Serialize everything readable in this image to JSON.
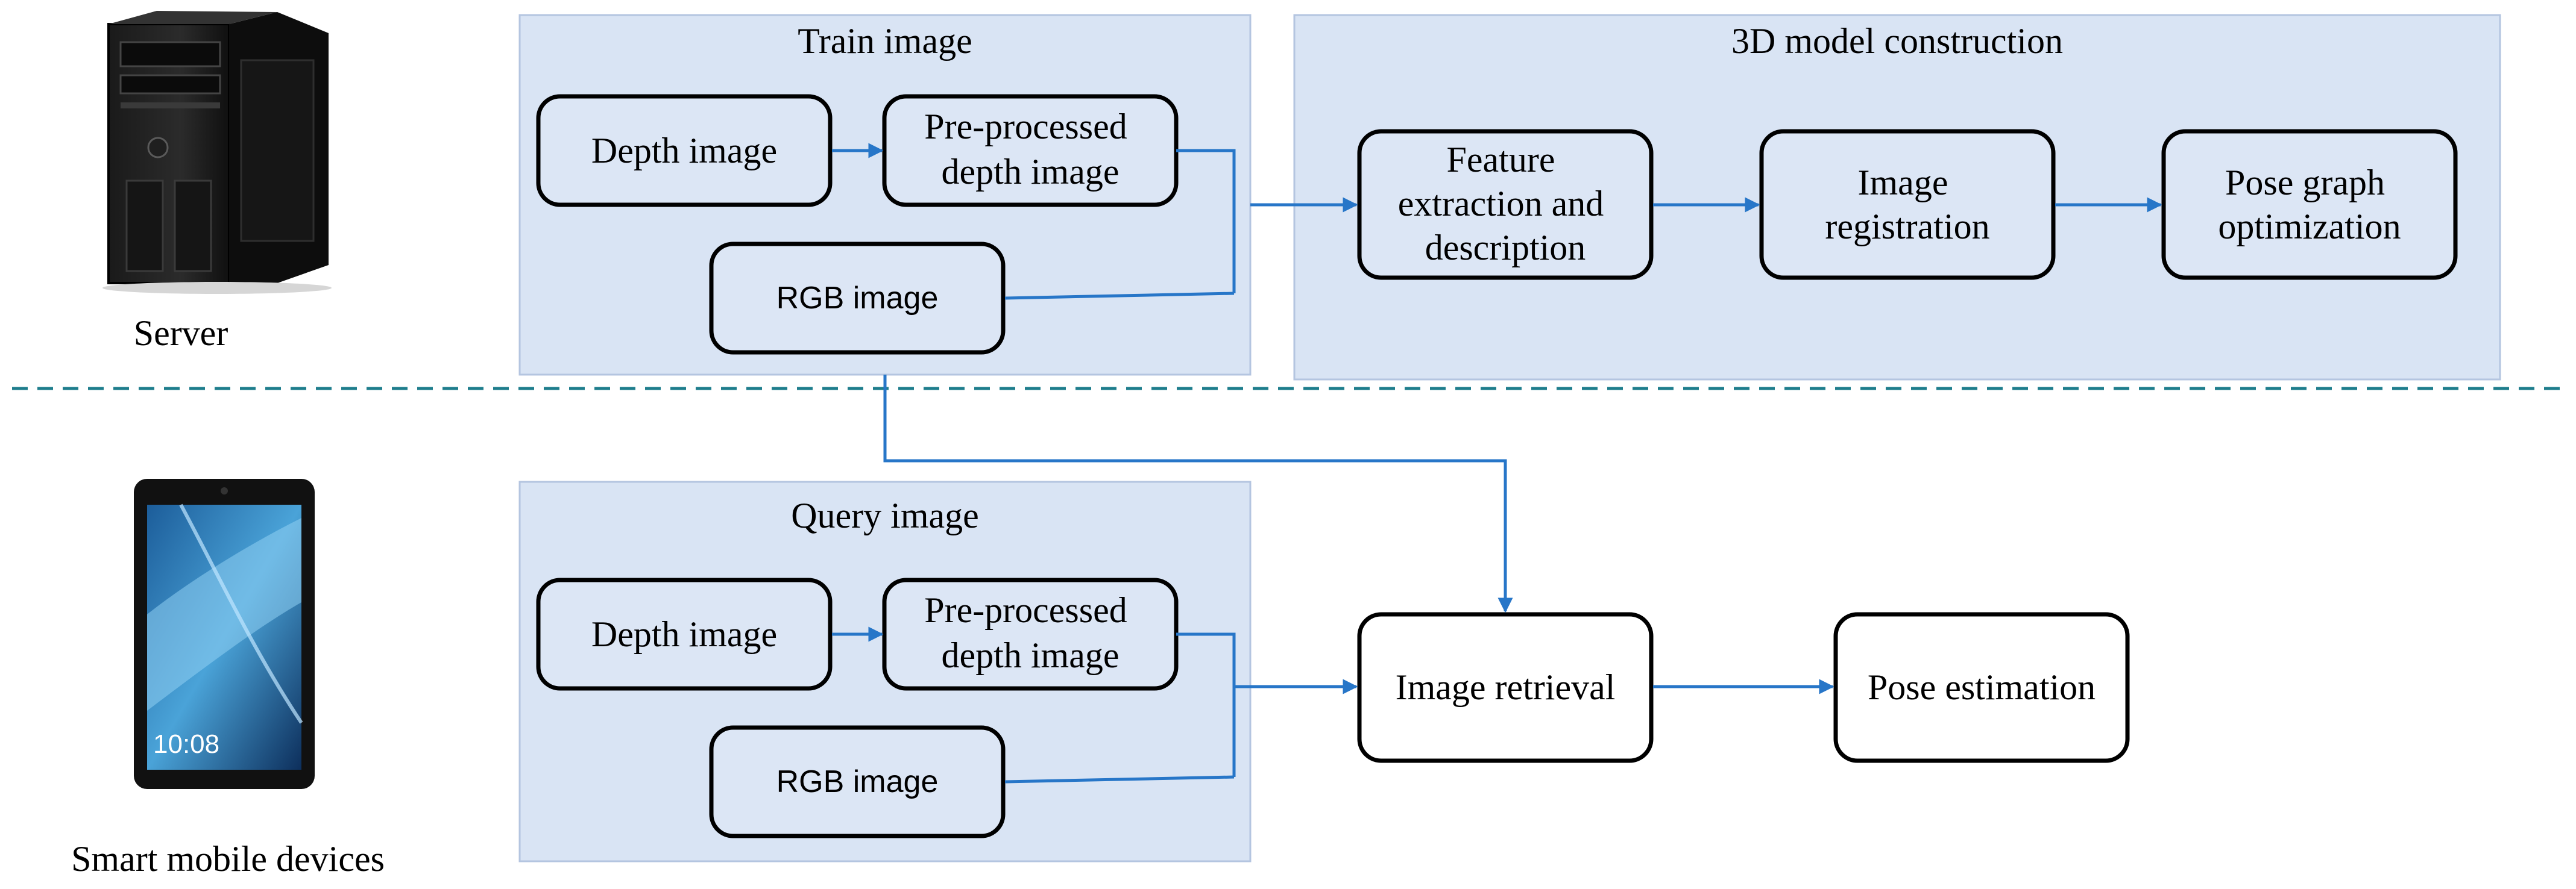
{
  "server_label": "Server",
  "mobile_label": "Smart mobile devices",
  "device_clock": "10:08",
  "train_panel": {
    "title": "Train image",
    "depth": "Depth image",
    "preprocessed": [
      "Pre-processed",
      "depth image"
    ],
    "rgb": "RGB image"
  },
  "construction_panel": {
    "title": "3D model construction",
    "feature": [
      "Feature",
      "extraction and",
      "description"
    ],
    "registration": [
      "Image",
      "registration"
    ],
    "pose_graph": [
      "Pose graph",
      "optimization"
    ]
  },
  "query_panel": {
    "title": "Query image",
    "depth": "Depth image",
    "preprocessed": [
      "Pre-processed",
      "depth image"
    ],
    "rgb": "RGB image"
  },
  "retrieval": "Image retrieval",
  "pose_estimation": "Pose estimation",
  "colors": {
    "panel": "#d9e4f4",
    "arrow": "#2776c8",
    "divider": "#1e7d8c"
  }
}
